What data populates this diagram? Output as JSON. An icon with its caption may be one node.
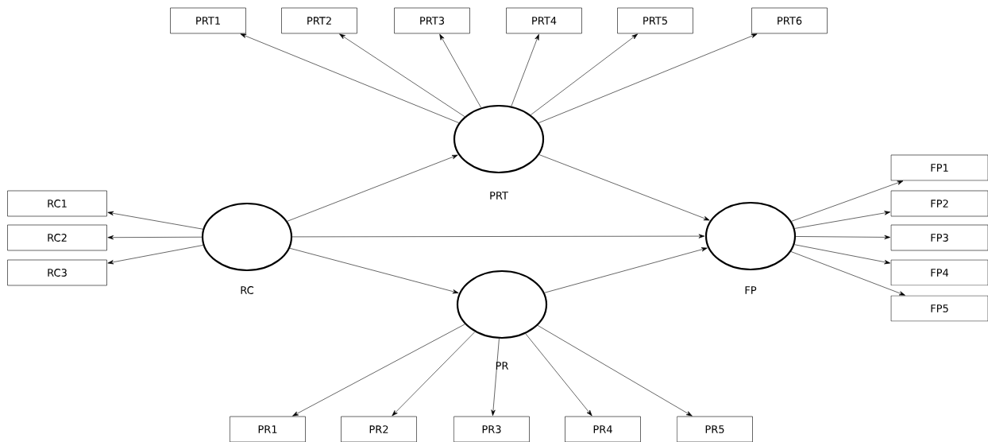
{
  "diagram": {
    "nodes": [
      {
        "text": [
          "PRT"
        ]
      },
      {
        "text": [
          "PRT1"
        ]
      },
      {
        "text": [
          "PRT2"
        ]
      },
      {
        "text": [
          "PRT3"
        ]
      },
      {
        "text": [
          "PRT4"
        ]
      },
      {
        "text": [
          "PRT5"
        ]
      },
      {
        "text": [
          "PRT6"
        ]
      },
      {
        "text": [
          "RC"
        ]
      },
      {
        "text": [
          "RC1"
        ]
      },
      {
        "text": [
          "RC2"
        ]
      },
      {
        "text": [
          "RC3"
        ]
      },
      {
        "text": [
          "PR"
        ]
      },
      {
        "text": [
          "PR1"
        ]
      },
      {
        "text": [
          "PR2"
        ]
      },
      {
        "text": [
          "PR3"
        ]
      },
      {
        "text": [
          "PR4"
        ]
      },
      {
        "text": [
          "PR5"
        ]
      },
      {
        "text": [
          "FP"
        ]
      },
      {
        "text": [
          "FP1"
        ]
      },
      {
        "text": [
          "FP2"
        ]
      },
      {
        "text": [
          "FP3"
        ]
      },
      {
        "text": [
          "FP4"
        ]
      },
      {
        "text": [
          "FP5"
        ]
      }
    ],
    "edges": [
      {
        "from": 0,
        "to": 1,
        "arrow": "to"
      },
      {
        "from": 0,
        "to": 2,
        "arrow": "to"
      },
      {
        "from": 0,
        "to": 3,
        "arrow": "to"
      },
      {
        "from": 0,
        "to": 4,
        "arrow": "to"
      },
      {
        "from": 0,
        "to": 5,
        "arrow": "to"
      },
      {
        "from": 0,
        "to": 6,
        "arrow": "to"
      },
      {
        "from": 7,
        "to": 8,
        "arrow": "to"
      },
      {
        "from": 7,
        "to": 9,
        "arrow": "to"
      },
      {
        "from": 7,
        "to": 10,
        "arrow": "to"
      },
      {
        "from": 11,
        "to": 12,
        "arrow": "to"
      },
      {
        "from": 11,
        "to": 13,
        "arrow": "to"
      },
      {
        "from": 11,
        "to": 14,
        "arrow": "to"
      },
      {
        "from": 11,
        "to": 15,
        "arrow": "to"
      },
      {
        "from": 11,
        "to": 16,
        "arrow": "to"
      },
      {
        "from": 17,
        "to": 18,
        "arrow": "to"
      },
      {
        "from": 17,
        "to": 19,
        "arrow": "to"
      },
      {
        "from": 17,
        "to": 20,
        "arrow": "to"
      },
      {
        "from": 17,
        "to": 21,
        "arrow": "to"
      },
      {
        "from": 17,
        "to": 22,
        "arrow": "to"
      },
      {
        "from": 7,
        "to": 0,
        "arrow": "to"
      },
      {
        "from": 7,
        "to": 17,
        "arrow": "to"
      },
      {
        "from": 7,
        "to": 11,
        "arrow": "to"
      },
      {
        "from": 0,
        "to": 17,
        "arrow": "to"
      },
      {
        "from": 11,
        "to": 17,
        "arrow": "to"
      }
    ]
  }
}
